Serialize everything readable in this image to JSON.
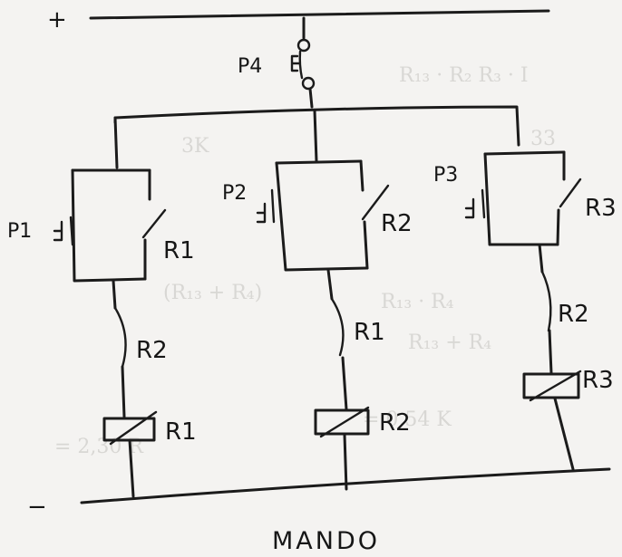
{
  "rails": {
    "positive": "+",
    "negative": "−"
  },
  "title": "MANDO",
  "buttons": {
    "p4": "P4",
    "p1": "P1",
    "p2": "P2",
    "p3": "P3"
  },
  "branch1": {
    "hold_contact": "R1",
    "interlock": "R2",
    "coil": "R1"
  },
  "branch2": {
    "hold_contact": "R2",
    "interlock": "R1",
    "coil": "R2"
  },
  "branch3": {
    "hold_contact": "R3",
    "interlock": "R2",
    "coil": "R3"
  }
}
